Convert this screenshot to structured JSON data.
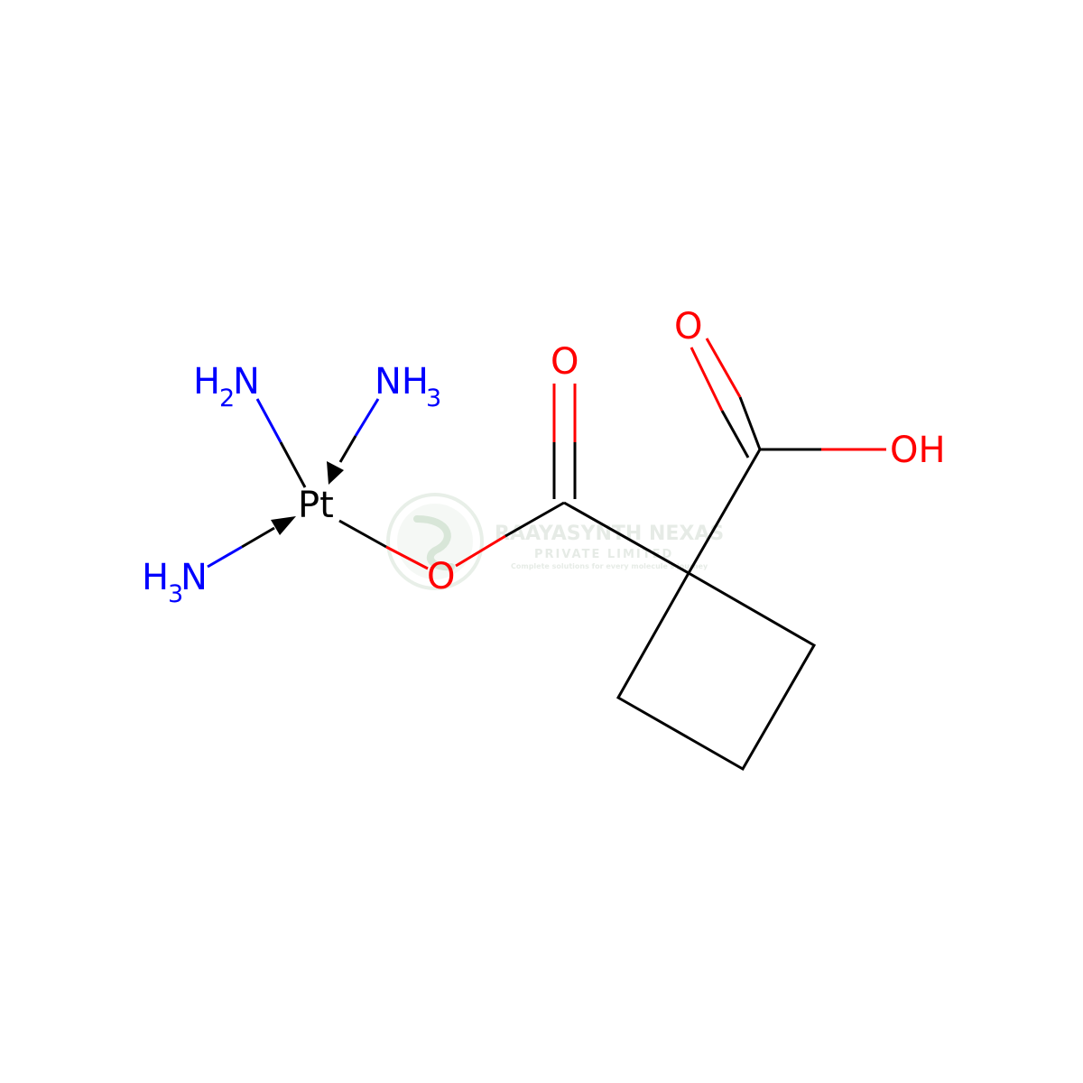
{
  "colors": {
    "carbon_bond": "#000000",
    "nitrogen": "#0000ff",
    "oxygen": "#ff0000",
    "metal": "#000000",
    "watermark": "#e3ebe3"
  },
  "labels": {
    "pt": "Pt",
    "n_top_left": {
      "h": "H",
      "sub": "2",
      "n": "N"
    },
    "n_top_right": {
      "n": "NH",
      "sub": "3"
    },
    "n_left": {
      "h": "H",
      "sub": "3",
      "n": "N"
    },
    "o_bridge": "O",
    "o_carbonyl_1": "O",
    "o_carbonyl_2": "O",
    "oh": "OH"
  },
  "watermark": {
    "name": "RAAYASYNTH NEXAS",
    "line2": "PRIVATE LIMITED",
    "tagline": "Complete solutions for every molecule's journey"
  }
}
